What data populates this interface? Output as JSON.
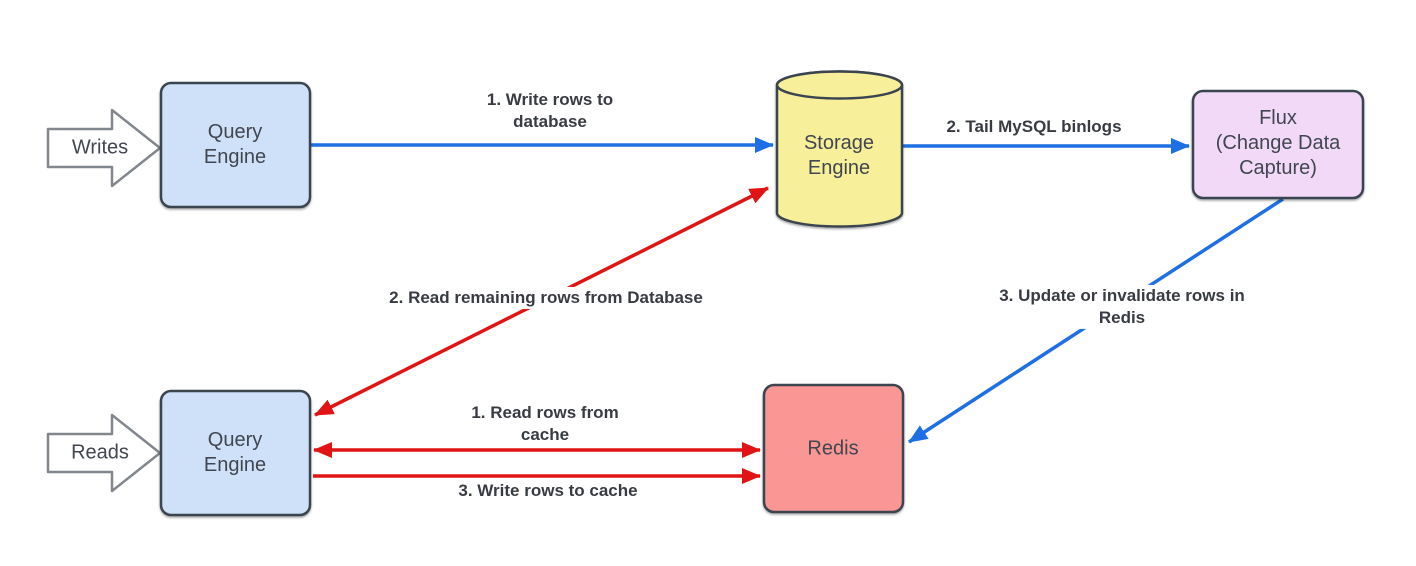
{
  "diagram_type": "architecture-flow",
  "colors": {
    "background": "#ffffff",
    "write_path_blue": "#1E6FE4",
    "read_path_red": "#E01414",
    "node_border": "#3B4450",
    "query_engine_fill": "#CFE1F8",
    "storage_engine_fill": "#F7EF9A",
    "flux_fill": "#F1D9F7",
    "redis_fill": "#FA9694",
    "io_arrow_fill": "#FFFFFF",
    "io_arrow_border": "#81878D"
  },
  "nodes": {
    "writes": {
      "label": "Writes",
      "shape": "block-arrow-right"
    },
    "reads": {
      "label": "Reads",
      "shape": "block-arrow-right"
    },
    "query_engine_top": {
      "label": "Query\nEngine",
      "shape": "rounded-rect"
    },
    "storage_engine": {
      "label": "Storage\nEngine",
      "shape": "cylinder"
    },
    "flux": {
      "label": "Flux\n(Change Data\nCapture)",
      "shape": "rounded-rect"
    },
    "query_engine_bottom": {
      "label": "Query\nEngine",
      "shape": "rounded-rect"
    },
    "redis": {
      "label": "Redis",
      "shape": "rounded-rect"
    }
  },
  "edges": {
    "write_rows_to_db": {
      "label": "1. Write rows to\ndatabase",
      "from": "query_engine_top",
      "to": "storage_engine",
      "color": "blue",
      "bidirectional": false
    },
    "tail_binlogs": {
      "label": "2. Tail MySQL binlogs",
      "from": "storage_engine",
      "to": "flux",
      "color": "blue",
      "bidirectional": false
    },
    "update_redis": {
      "label": "3. Update or invalidate rows in Redis",
      "from": "flux",
      "to": "redis",
      "color": "blue",
      "bidirectional": false
    },
    "read_remaining": {
      "label": "2. Read remaining rows from Database",
      "from": "query_engine_bottom",
      "to": "storage_engine",
      "color": "red",
      "bidirectional": true
    },
    "read_cache": {
      "label": "1. Read rows from\ncache",
      "from": "query_engine_bottom",
      "to": "redis",
      "color": "red",
      "bidirectional": true
    },
    "write_cache": {
      "label": "3. Write rows to cache",
      "from": "query_engine_bottom",
      "to": "redis",
      "color": "red",
      "bidirectional": false
    }
  }
}
